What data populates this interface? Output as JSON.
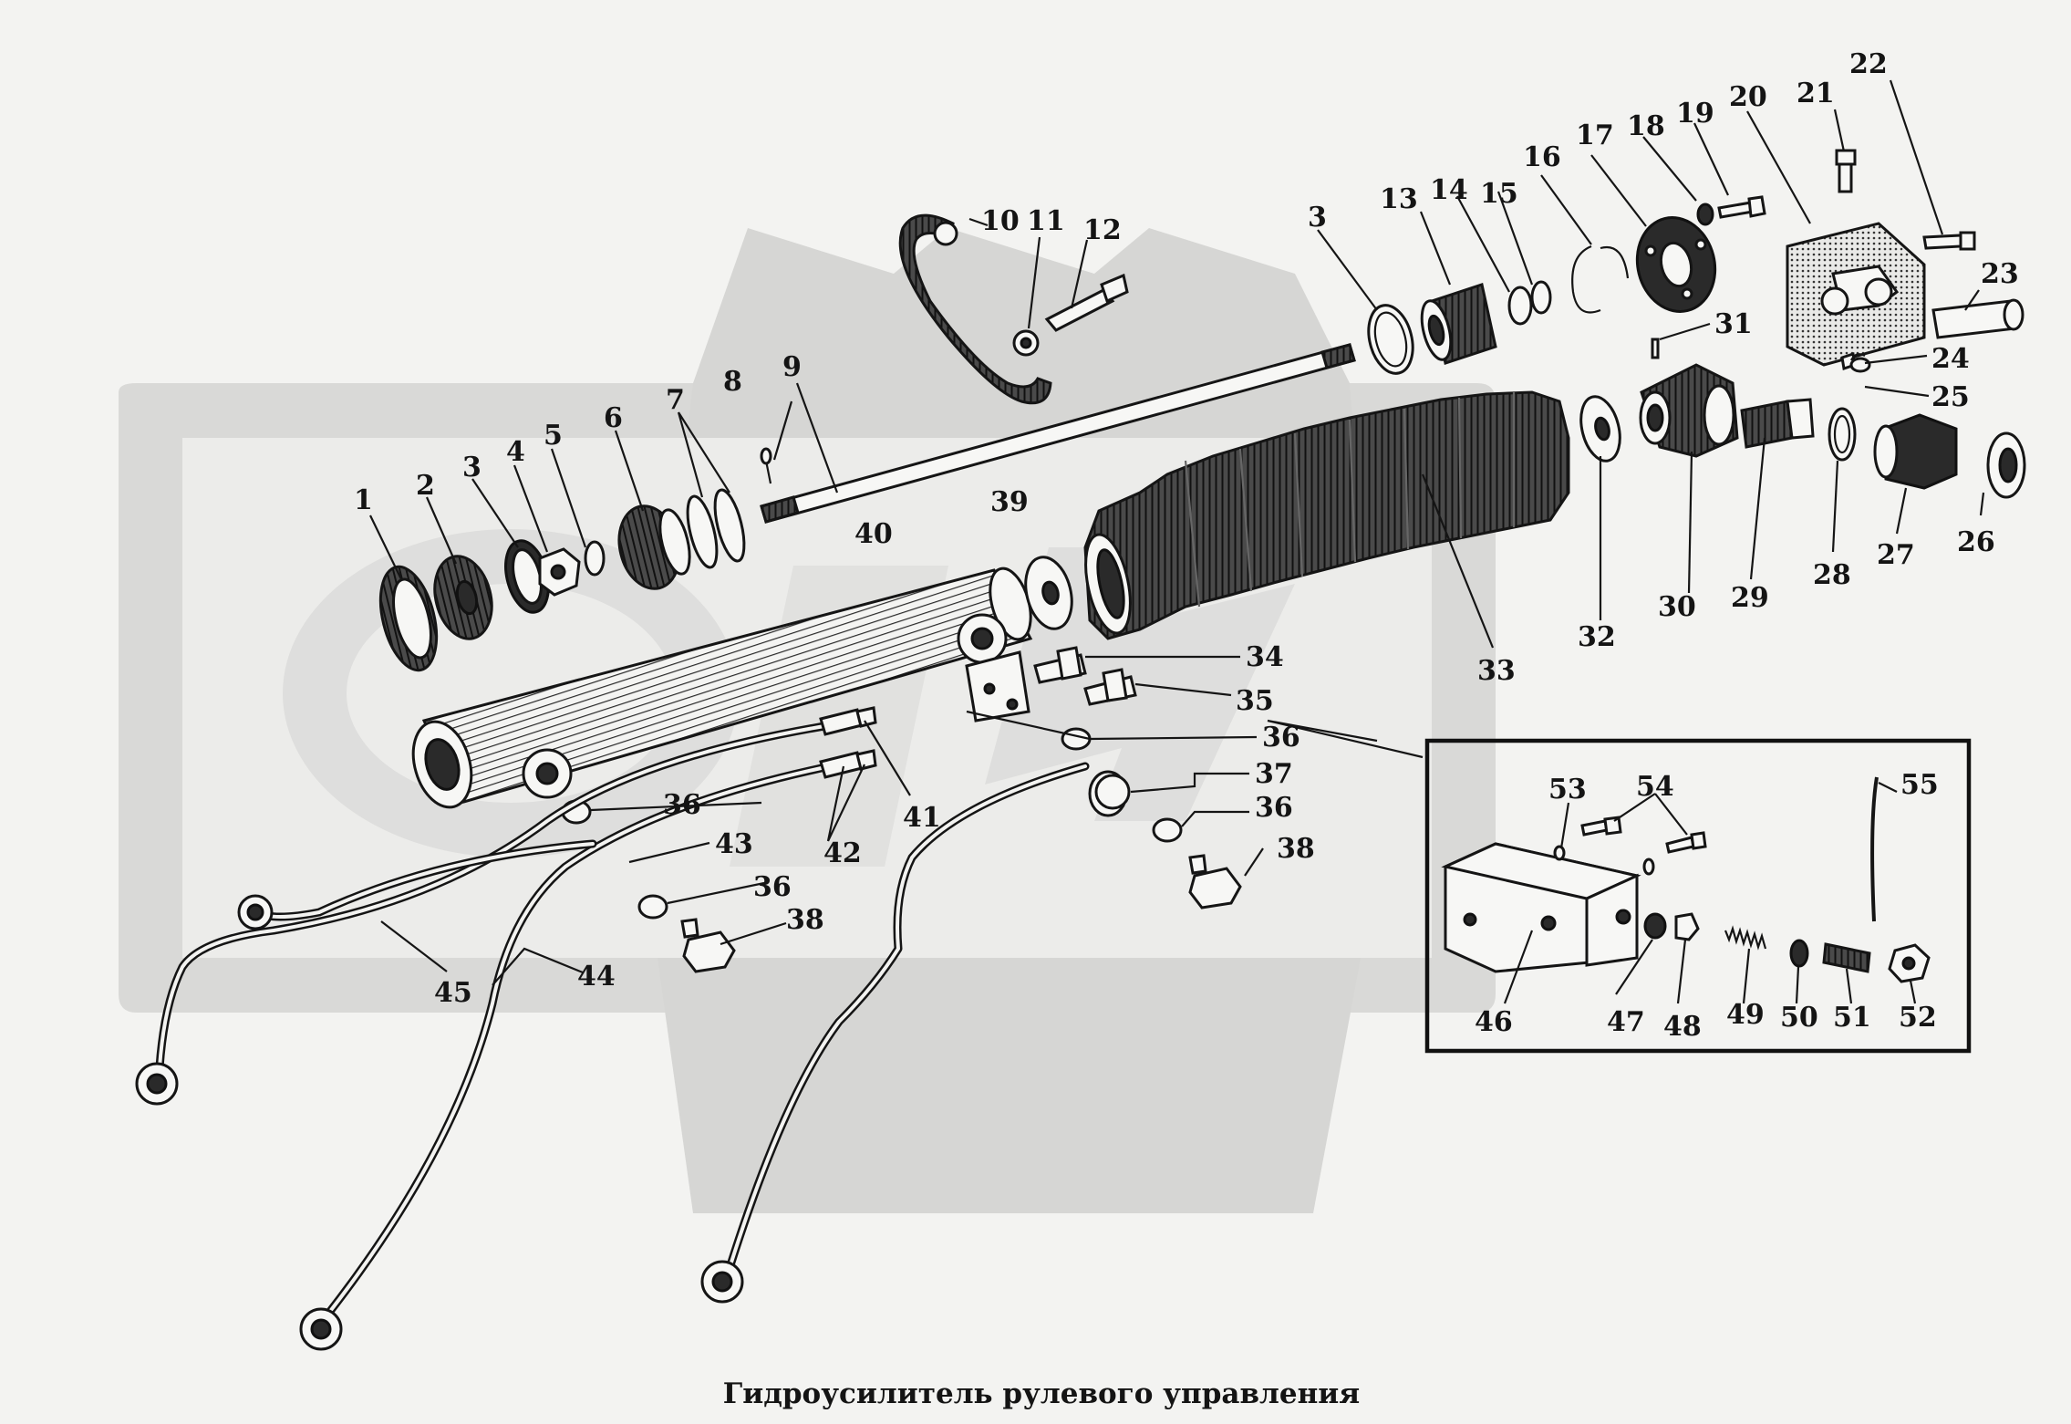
{
  "caption": "Гидроусилитель рулевого управления",
  "inset_label": "53, 54, 55, 46–52",
  "callouts": {
    "c1": "1",
    "c2": "2",
    "c3": "3",
    "c3b": "3",
    "c4": "4",
    "c5": "5",
    "c6": "6",
    "c7": "7",
    "c8": "8",
    "c9": "9",
    "c10": "10",
    "c11": "11",
    "c12": "12",
    "c13": "13",
    "c14": "14",
    "c15": "15",
    "c16": "16",
    "c17": "17",
    "c18": "18",
    "c19": "19",
    "c20": "20",
    "c21": "21",
    "c22": "22",
    "c23": "23",
    "c24": "24",
    "c25": "25",
    "c26": "26",
    "c27": "27",
    "c28": "28",
    "c29": "29",
    "c30": "30",
    "c31": "31",
    "c32": "32",
    "c33": "33",
    "c34": "34",
    "c35": "35",
    "c36a": "36",
    "c36b": "36",
    "c36c": "36",
    "c36d": "36",
    "c37": "37",
    "c38a": "38",
    "c38b": "38",
    "c39": "39",
    "c40": "40",
    "c41": "41",
    "c42": "42",
    "c43": "43",
    "c44": "44",
    "c45": "45",
    "c46": "46",
    "c47": "47",
    "c48": "48",
    "c49": "49",
    "c50": "50",
    "c51": "51",
    "c52": "52",
    "c53": "53",
    "c54": "54",
    "c55": "55"
  }
}
